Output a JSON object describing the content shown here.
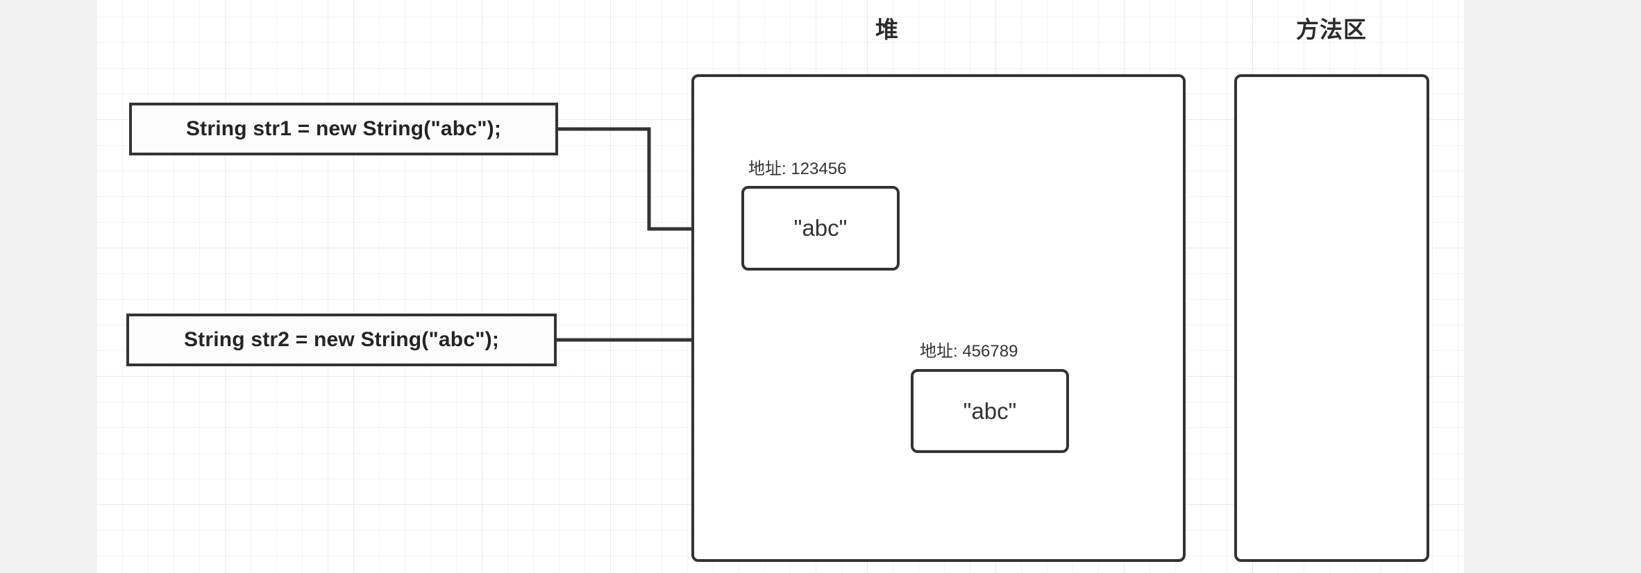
{
  "canvas": {
    "background_color": "#ffffff",
    "page_background_color": "#f2f2f2",
    "grid_line_color": "#e9e9e9",
    "stroke_color": "#333333"
  },
  "regions": [
    {
      "id": "heap",
      "title": "堆",
      "contents": [
        {
          "address_label": "地址: 123456",
          "value": "\"abc\""
        },
        {
          "address_label": "地址: 456789",
          "value": "\"abc\""
        }
      ]
    },
    {
      "id": "method-area",
      "title": "方法区",
      "contents": []
    }
  ],
  "statements": [
    {
      "id": "str1",
      "code": "String str1 = new String(\"abc\");"
    },
    {
      "id": "str2",
      "code": "String str2 = new String(\"abc\");"
    }
  ],
  "objects": {
    "obj1": {
      "address": "地址: 123456",
      "value": "\"abc\""
    },
    "obj2": {
      "address": "地址: 456789",
      "value": "\"abc\""
    }
  },
  "connectors": [
    {
      "from": "str1",
      "to": "obj1",
      "style": "orthogonal-arrow"
    },
    {
      "from": "str2",
      "to": "obj2",
      "style": "orthogonal-arrow"
    }
  ]
}
